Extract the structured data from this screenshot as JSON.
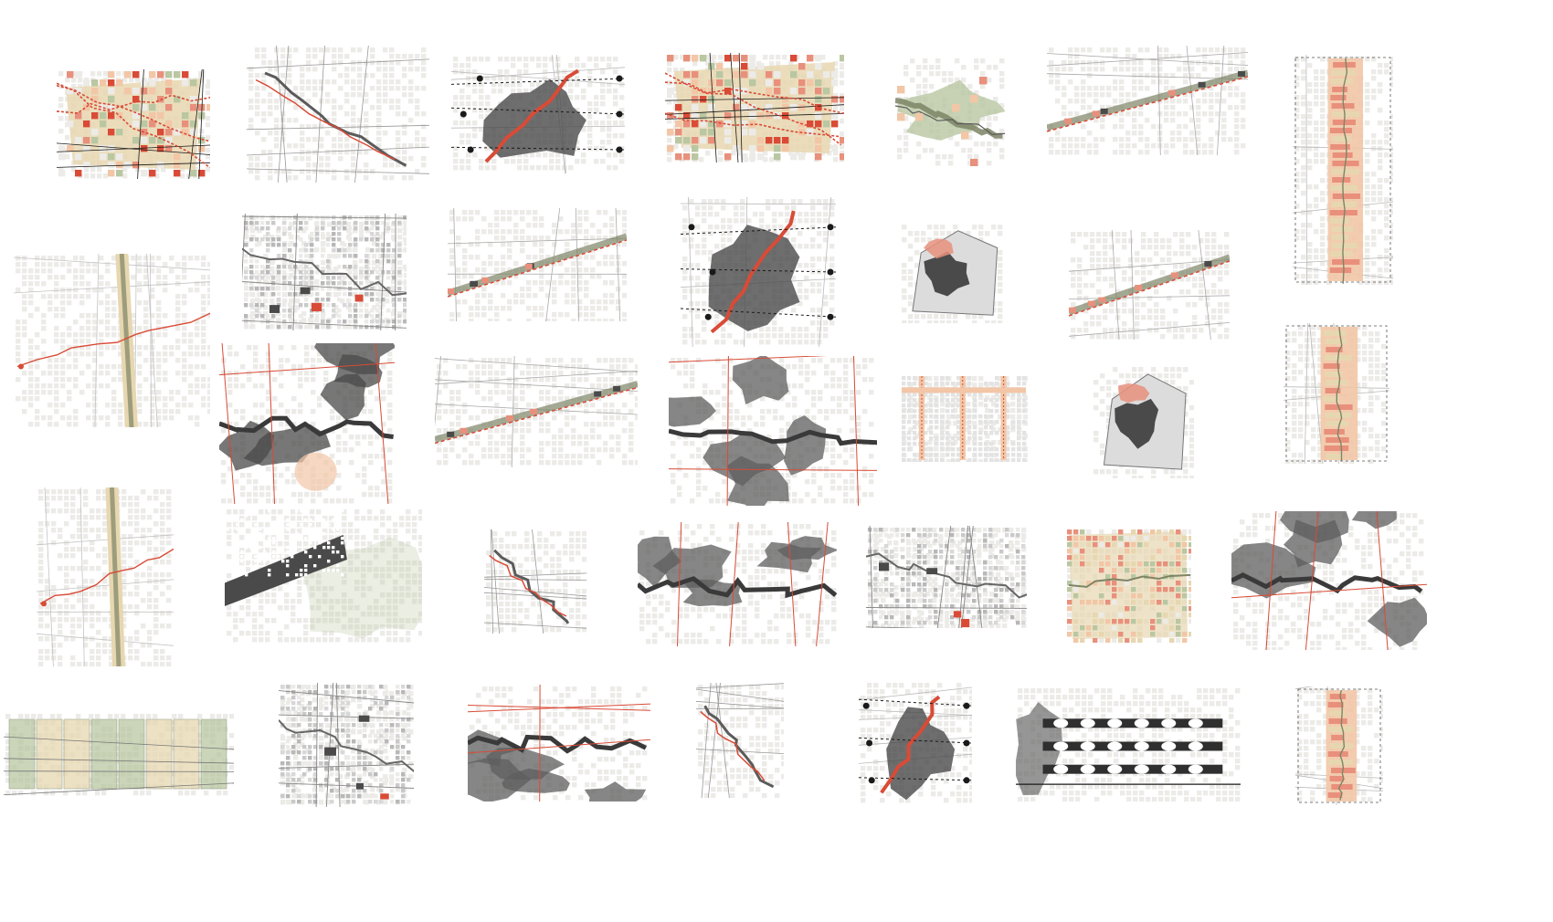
{
  "board": {
    "title": "",
    "plan_count": 35,
    "rows": 5,
    "columns": 7
  },
  "palette": {
    "paper": "#ffffff",
    "parcel_light": "#ecebe8",
    "street": "#cfcfcf",
    "built": "#4a4a4a",
    "river": "#5b5b5b",
    "green_space": "#b9c7a2",
    "olive": "#7d8566",
    "corridor_red": "#d94b36",
    "salmon": "#e8907c",
    "peach": "#f2c6a6",
    "tan": "#e7d7b0",
    "node": "#1a1a1a"
  },
  "plans": [
    {
      "id": "p01",
      "name": "plan-r1-c1",
      "style": "urban-fabric-grid"
    },
    {
      "id": "p02",
      "name": "plan-r1-c2",
      "style": "corridor-along-river"
    },
    {
      "id": "p03",
      "name": "plan-r1-c3",
      "style": "node-network"
    },
    {
      "id": "p04",
      "name": "plan-r1-c4",
      "style": "urban-fabric-grid"
    },
    {
      "id": "p05",
      "name": "plan-r1-c5",
      "style": "green-valley"
    },
    {
      "id": "p06",
      "name": "plan-r1-c6",
      "style": "linear-corridor"
    },
    {
      "id": "p07",
      "name": "plan-r1-c7",
      "style": "vertical-strip"
    },
    {
      "id": "p08",
      "name": "plan-r2-c1",
      "style": "cross-corridor"
    },
    {
      "id": "p09",
      "name": "plan-r2-c2",
      "style": "gray-fabric"
    },
    {
      "id": "p10",
      "name": "plan-r2-c3",
      "style": "linear-corridor"
    },
    {
      "id": "p11",
      "name": "plan-r2-c4",
      "style": "node-network"
    },
    {
      "id": "p12",
      "name": "plan-r2-c5",
      "style": "site-polygon"
    },
    {
      "id": "p13",
      "name": "plan-r2-c6",
      "style": "linear-corridor"
    },
    {
      "id": "p14",
      "name": "plan-r3-c2",
      "style": "river-watershed"
    },
    {
      "id": "p15",
      "name": "plan-r3-c3",
      "style": "linear-corridor"
    },
    {
      "id": "p16",
      "name": "plan-r3-c4",
      "style": "dark-watershed"
    },
    {
      "id": "p17",
      "name": "plan-r3-c5",
      "style": "orange-grid"
    },
    {
      "id": "p18",
      "name": "plan-r3-c6",
      "style": "site-polygon"
    },
    {
      "id": "p19",
      "name": "plan-r3-c7",
      "style": "green-valley"
    },
    {
      "id": "p20",
      "name": "plan-r4-c1",
      "style": "airport-field"
    },
    {
      "id": "p21",
      "name": "plan-r4-c2",
      "style": "dark-strip"
    },
    {
      "id": "p22",
      "name": "plan-r4-c3",
      "style": "road-cross"
    },
    {
      "id": "p23",
      "name": "plan-r4-c4",
      "style": "dark-watershed"
    },
    {
      "id": "p24",
      "name": "plan-r4-c5",
      "style": "gray-fabric"
    },
    {
      "id": "p25",
      "name": "plan-r4-c6",
      "style": "color-neighborhood"
    },
    {
      "id": "p26",
      "name": "plan-r4-c7",
      "style": "dark-watershed"
    },
    {
      "id": "p27",
      "name": "plan-r5-c1",
      "style": "green-panels"
    },
    {
      "id": "p28",
      "name": "plan-r5-c2",
      "style": "gray-fabric"
    },
    {
      "id": "p29",
      "name": "plan-r5-c3",
      "style": "dark-watershed"
    },
    {
      "id": "p30",
      "name": "plan-r5-c4",
      "style": "corridor-along-river"
    },
    {
      "id": "p31",
      "name": "plan-r5-c5",
      "style": "node-network"
    },
    {
      "id": "p32",
      "name": "plan-r5-c6",
      "style": "block-bands"
    },
    {
      "id": "p33",
      "name": "plan-r5-c7",
      "style": "vertical-strip"
    },
    {
      "id": "p34",
      "name": "plan-r2-c7",
      "style": "vertical-strip"
    },
    {
      "id": "p35",
      "name": "plan-r3-c1",
      "style": "cross-corridor"
    }
  ]
}
